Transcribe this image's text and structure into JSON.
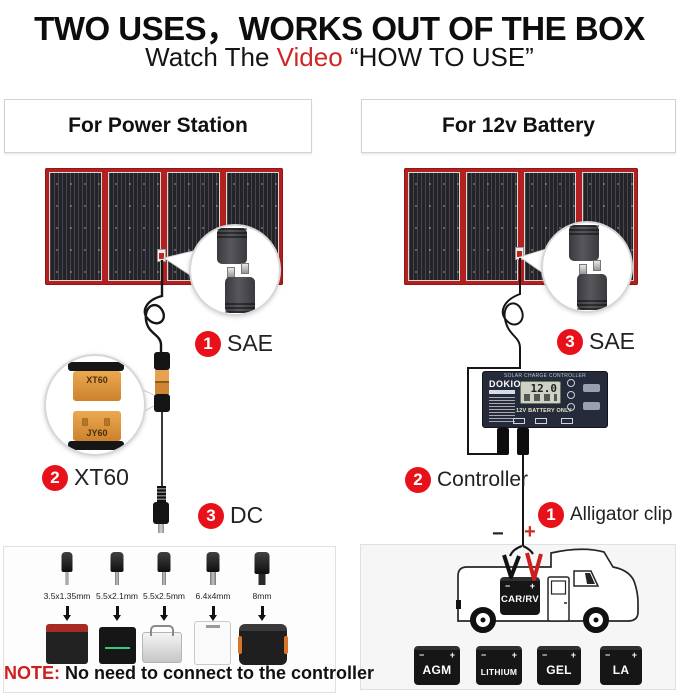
{
  "header": {
    "title": "TWO USES，WORKS OUT OF THE BOX",
    "subtitle_prefix": "Watch The ",
    "subtitle_video": "Video",
    "subtitle_suffix": " “HOW TO USE”"
  },
  "colors": {
    "accent_red": "#e8111a",
    "panel_frame_red": "#b3201f",
    "video_text_red": "#cf2626",
    "clip_red": "#cf1d1d"
  },
  "left": {
    "section_title": "For Power Station",
    "labels": {
      "sae": {
        "num": "1",
        "text": "SAE"
      },
      "xt60": {
        "num": "2",
        "text": "XT60"
      },
      "dc": {
        "num": "3",
        "text": "DC"
      }
    },
    "magnifier_xt60": {
      "top_label": "XT60",
      "bottom_label": "JY60"
    },
    "adapters": [
      "3.5x1.35mm",
      "5.5x2.1mm",
      "5.5x2.5mm",
      "6.4x4mm",
      "8mm"
    ],
    "note_prefix": "NOTE:",
    "note_text": " No need to connect to the controller"
  },
  "right": {
    "section_title": "For 12v Battery",
    "labels": {
      "sae": {
        "num": "3",
        "text": "SAE"
      },
      "controller": {
        "num": "2",
        "text": "Controller"
      },
      "alligator": {
        "num": "1",
        "text": "Alligator clip"
      }
    },
    "polarity": {
      "minus": "−",
      "plus": "+"
    },
    "controller": {
      "top_text": "SOLAR CHARGE CONTROLLER",
      "brand": "DOKIO",
      "lcd_value": "12.0",
      "mode_text": "12V BATTERY ONLY"
    },
    "rv_battery_label": "CAR/RV",
    "batteries": [
      "AGM",
      "LITHIUM",
      "GEL",
      "LA"
    ]
  }
}
